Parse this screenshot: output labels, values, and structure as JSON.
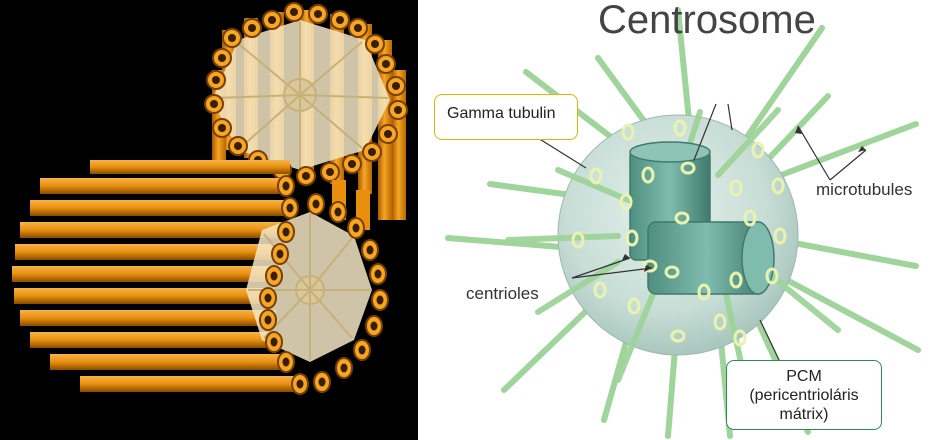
{
  "diagram": {
    "title": "Centrosome",
    "labels": {
      "gamma_tubulin": "Gamma tubulin",
      "microtubules": "microtubules",
      "centrioles": "centrioles",
      "pcm_line1": "PCM",
      "pcm_line2": "(pericentrioláris",
      "pcm_line3": "mátrix)"
    },
    "colors": {
      "tube_orange": "#e8900e",
      "tube_dark": "#a85a00",
      "background_left": "#000000",
      "sphere": "#b9d4cc",
      "centriole": "#6aa99a",
      "microtubule": "#9fd49a",
      "gamma_ring": "#e9f3b0",
      "callout_yellow": "#e8b000",
      "callout_green": "#2e8b57"
    }
  }
}
